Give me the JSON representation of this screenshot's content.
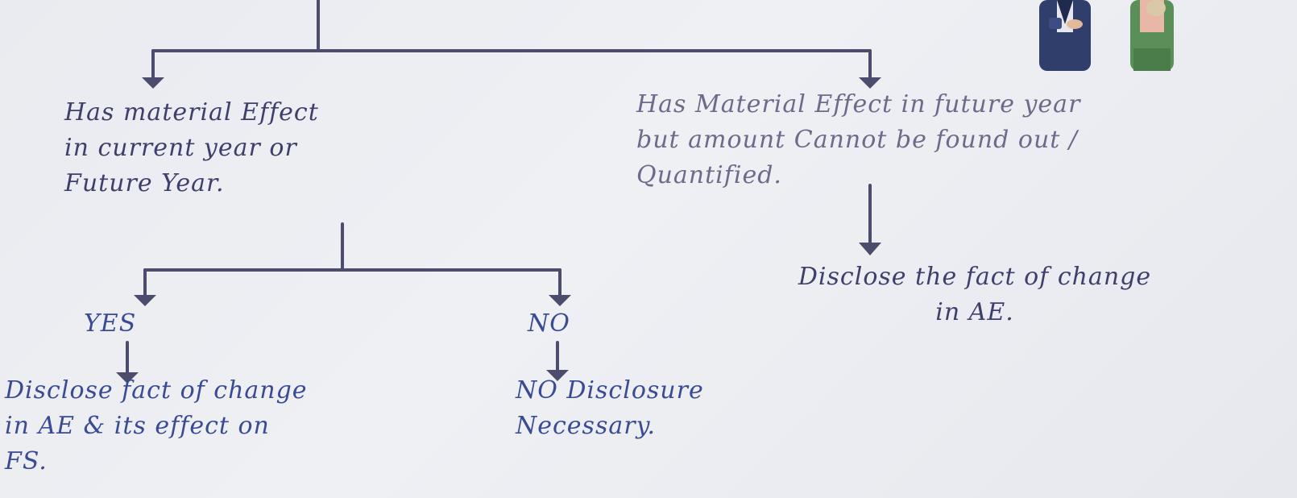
{
  "diagram": {
    "nodes": {
      "current_or_future": "Has material Effect\nin current year or\nFuture Year.",
      "future_unquantified": "Has Material Effect in future year\nbut amount Cannot be found out /\nQuantified.",
      "disclose_change": "Disclose the fact of change\nin AE.",
      "yes": "YES",
      "no": "NO",
      "disclose_effect": "Disclose fact of change\nin AE & its effect on\nFS.",
      "no_disclosure": "NO Disclosure\nNecessary."
    },
    "colors": {
      "ink": "#3f3f6b",
      "light_ink": "#6b6b8a",
      "blue_ink": "#3a4b93",
      "line": "#4c4c6c"
    },
    "stickers": {
      "left": "character-vest-icon",
      "right": "character-thinking-icon"
    }
  }
}
